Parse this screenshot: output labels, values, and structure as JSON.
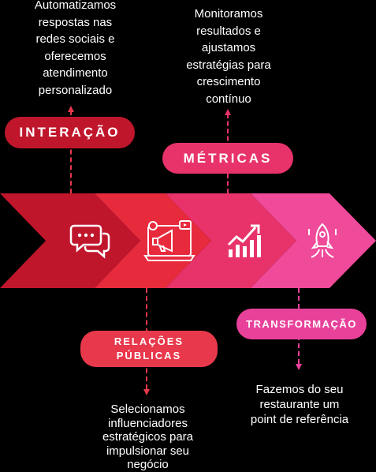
{
  "stages": [
    {
      "id": "interacao",
      "label": "INTERAÇÃO",
      "description": "Automatizamos\nrespostas nas\nredes sociais e\noferecemos\natendimento\npersonalizado",
      "color": "#c0162c",
      "icon": "chat-bubbles-icon"
    },
    {
      "id": "relacoes-publicas",
      "label": "RELAÇÕES\nPÚBLICAS",
      "description": "Selecionamos\ninfluenciadores\nestratégicos para\nimpulsionar seu\nnegócio",
      "color": "#e8384c",
      "icon": "megaphone-laptop-icon"
    },
    {
      "id": "metricas",
      "label": "MÉTRICAS",
      "description": "Monitoramos\nresultados e\najustamos\nestratégias para\ncrescimento\ncontínuo",
      "color": "#e8336a",
      "icon": "growth-chart-icon"
    },
    {
      "id": "transformacao",
      "label": "TRANSFORMAÇÃO",
      "description": "Fazemos do seu\nrestaurante um\npoint de referência",
      "color": "#e8419a",
      "icon": "rocket-icon"
    }
  ],
  "colors": {
    "background": "#000000",
    "segment_1": "#c0162c",
    "segment_2": "#e82a3d",
    "segment_3": "#e8336a",
    "segment_4": "#f04a9a"
  }
}
